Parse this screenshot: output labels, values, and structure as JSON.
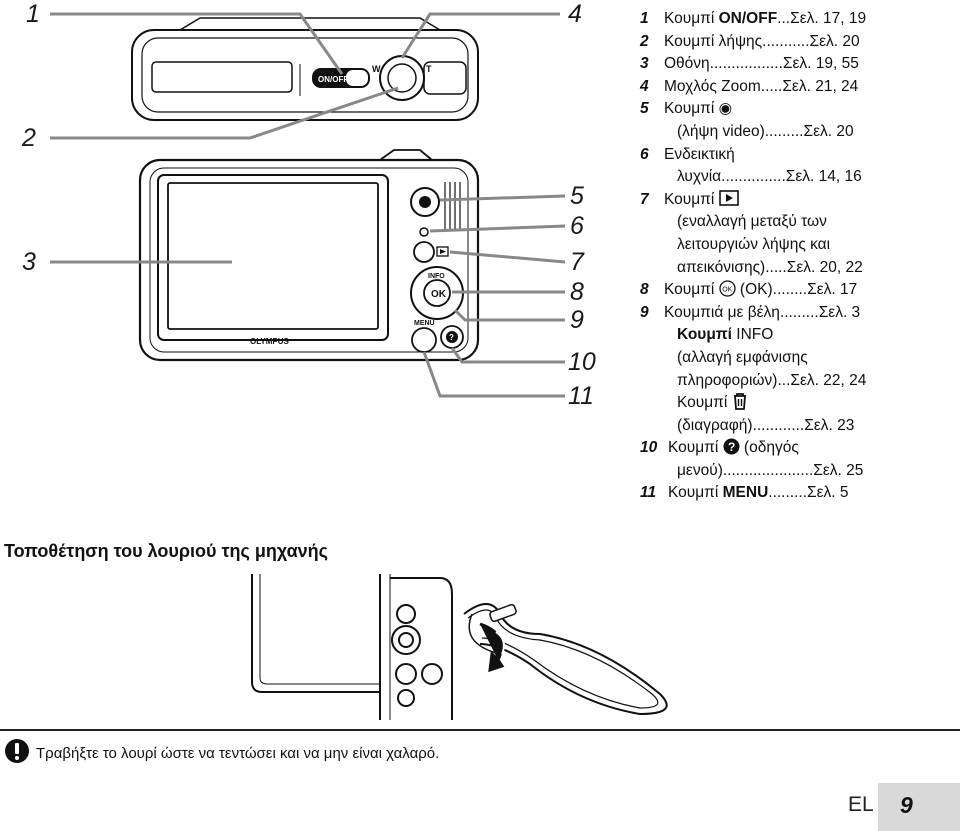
{
  "callouts": [
    "1",
    "2",
    "3",
    "4",
    "5",
    "6",
    "7",
    "8",
    "9",
    "10",
    "11"
  ],
  "camera_labels": {
    "onoff": "ON/OFF",
    "zoom_w": "W",
    "zoom_t": "T",
    "info": "INFO",
    "ok": "OK",
    "menu": "MENU",
    "brand": "OLYMPUS",
    "help": "?"
  },
  "legend": {
    "items": [
      {
        "num": "1",
        "text": "Κουμπί ",
        "bold": "ON/OFF",
        "dots": "...",
        "ref": "Σελ. 17, 19"
      },
      {
        "num": "2",
        "text": "Κουμπί λήψης",
        "dots": "...........",
        "ref": "Σελ. 20"
      },
      {
        "num": "3",
        "text": "Οθόνη",
        "dots": ".................",
        "ref": "Σελ. 19, 55"
      },
      {
        "num": "4",
        "text": "Μοχλός Zoom",
        "dots": ".....",
        "ref": "Σελ. 21, 24"
      },
      {
        "num": "5",
        "text": "Κουμπί ◉"
      },
      {
        "indent": "(λήψη video)",
        "dots": ".........",
        "ref": "Σελ. 20"
      },
      {
        "num": "6",
        "text": "Ενδεικτική"
      },
      {
        "indent": "λυχνία",
        "dots": "...............",
        "ref": "Σελ. 14, 16"
      },
      {
        "num": "7",
        "text": "Κουμπί ",
        "icon": "play-icon"
      },
      {
        "indent": "(εναλλαγή μεταξύ των"
      },
      {
        "indent": "λειτουργιών λήψης και"
      },
      {
        "indent": "απεικόνισης)",
        "dots": ".....",
        "ref": "Σελ. 20, 22"
      },
      {
        "num": "8",
        "text": "Κουμπί ",
        "icon": "ok-icon",
        "after": " (OK)",
        "dots": "........",
        "ref": "Σελ. 17"
      },
      {
        "num": "9",
        "text": "Κουμπιά με βέλη",
        "dots": ".........",
        "ref": "Σελ. 3"
      },
      {
        "indent_bold": "Κουμπί ",
        "bold2": "INFO"
      },
      {
        "indent": "(αλλαγή εμφάνισης"
      },
      {
        "indent": "πληροφοριών)",
        "dots": "...",
        "ref": "Σελ. 22, 24"
      },
      {
        "indent_plain": "Κουμπί ",
        "icon": "trash-icon"
      },
      {
        "indent": "(διαγραφή)",
        "dots": "............",
        "ref": "Σελ. 23"
      },
      {
        "num": "10",
        "text": "Κουμπί ",
        "icon": "help-icon",
        "after": " (οδηγός"
      },
      {
        "indent": "μενού)",
        "dots": ".....................",
        "ref": "Σελ. 25"
      },
      {
        "num": "11",
        "text": "Κουμπί ",
        "bold": "MENU",
        "dots": ".........",
        "ref": "Σελ. 5"
      }
    ]
  },
  "strap_section_title": "Τοποθέτηση του λουριού της μηχανής",
  "note_text": "Τραβήξτε το λουρί ώστε να τεντώσει και να μην είναι χαλαρό.",
  "footer": {
    "lang": "EL",
    "page": "9"
  }
}
